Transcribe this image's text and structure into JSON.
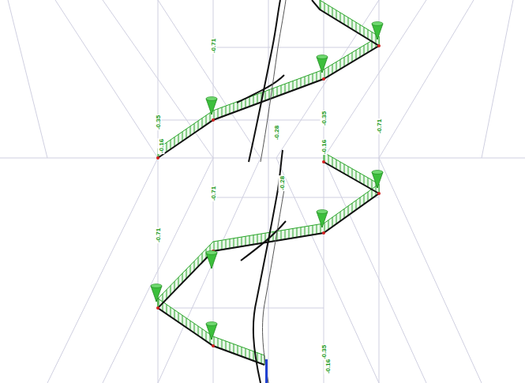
{
  "diagram": {
    "labels": [
      "-0.71",
      "-0.35",
      "-0.16",
      "-0.71",
      "-0.35",
      "-0.16",
      "-0.28",
      "-0.71",
      "-0.71",
      "-0.28",
      "-0.35",
      "-0.16"
    ]
  }
}
